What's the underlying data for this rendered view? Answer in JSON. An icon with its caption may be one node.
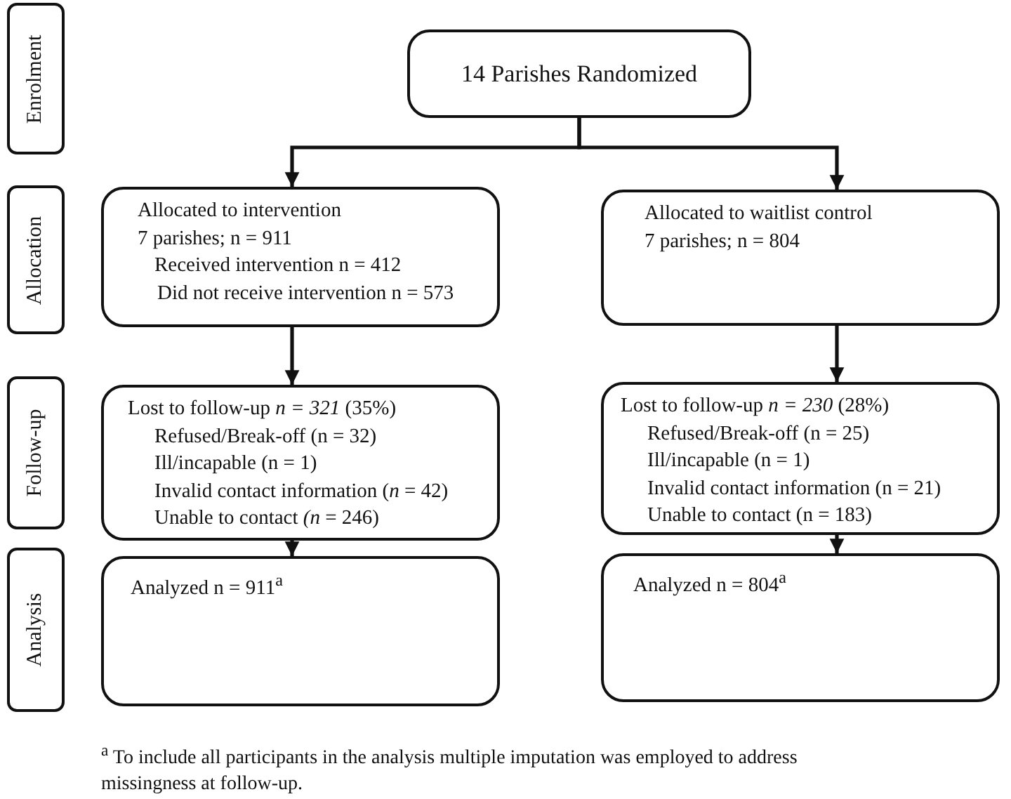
{
  "diagram": {
    "caption": "$^{a}$ To include all participants in the analysis multiple imputation was employed to address missingness at follow-up.",
    "nodes": [
      {
        "text": [
          "Enrolment"
        ]
      },
      {
        "text": [
          "Allocation"
        ]
      },
      {
        "text": [
          "Follow-up"
        ]
      },
      {
        "text": [
          "Analysis"
        ]
      },
      {
        "text": [
          "14 Parishes Randomized"
        ]
      },
      {
        "text": [
          "Allocated to intervention",
          "7 parishes; n = 911",
          "Received intervention n = 412",
          "Did not receive intervention n = 573"
        ]
      },
      {
        "text": [
          "Allocated to waitlist control",
          "7 parishes; n = 804"
        ]
      },
      {
        "text": [
          "Lost to follow-up *n = 321* (35%)",
          "Refused/Break-off (n = 32)",
          "Ill/incapable (n = 1)",
          "Invalid contact information (*n* = 42)",
          "Unable to contact *(n* = 246)"
        ]
      },
      {
        "text": [
          "Lost to follow-up *n = 230* (28%)",
          "Refused/Break-off (n = 25)",
          "Ill/incapable (n = 1)",
          "Invalid contact information (n = 21)",
          "Unable to contact (n = 183)"
        ]
      },
      {
        "text": [
          "Analyzed n = 911$^{a}$"
        ]
      },
      {
        "text": [
          "Analyzed n = 804$^{a}$"
        ]
      }
    ],
    "edges": [
      {
        "from": 4,
        "to": 5,
        "arrow": "to"
      },
      {
        "from": 4,
        "to": 6,
        "arrow": "to"
      },
      {
        "from": 5,
        "to": 7,
        "arrow": "to"
      },
      {
        "from": 6,
        "to": 8,
        "arrow": "to"
      },
      {
        "from": 7,
        "to": 9,
        "arrow": "to"
      },
      {
        "from": 8,
        "to": 10,
        "arrow": "to"
      }
    ]
  }
}
